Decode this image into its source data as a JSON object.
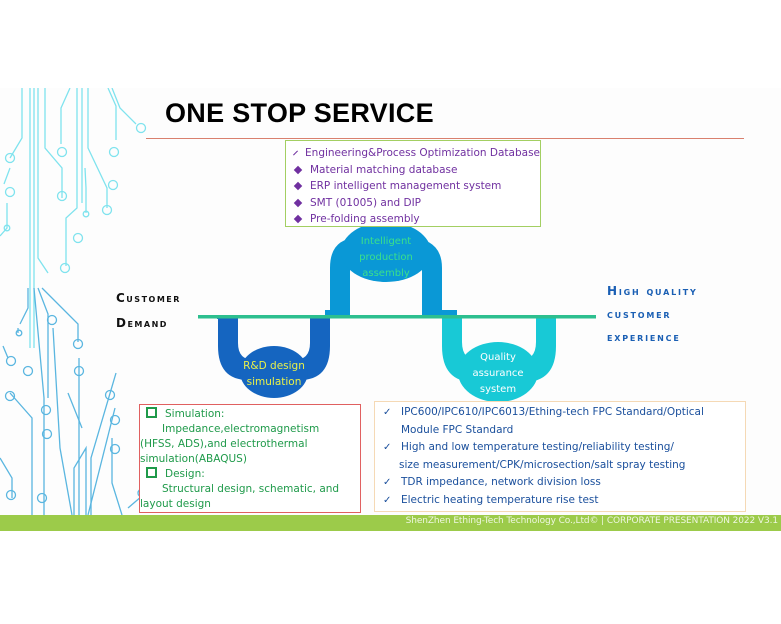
{
  "slide": {
    "title": "ONE STOP SERVICE",
    "colors": {
      "title_rule": "#d9806e",
      "footer_bar": "#9ccb4a",
      "top_box_border": "#a3cf62",
      "top_box_text": "#7030a0",
      "left_box_border": "#e06060",
      "left_box_text": "#1f9a4a",
      "right_box_border": "#f5d9b5",
      "right_box_text": "#1a4f9c",
      "flow_dark_blue": "#1565c0",
      "flow_mid_blue": "#0a98d6",
      "flow_cyan": "#18c9d6",
      "baseline": "#2dbf8f",
      "circuit_lines": "#7fe3ee"
    },
    "production_features": [
      "Engineering&Process Optimization Database",
      "Material matching database",
      "ERP intelligent management system",
      "SMT (01005) and DIP",
      "Pre-folding assembly"
    ],
    "left_label": {
      "line1": "Customer",
      "line2": "Demand"
    },
    "right_label": {
      "line1": "High quality",
      "line2": "customer",
      "line3": "experience"
    },
    "nodes": {
      "rd": {
        "line1": "R&D design",
        "line2": "simulation",
        "color": "#e8f04a"
      },
      "production": {
        "line1": "Intelligent",
        "line2": "production",
        "line3": "assembly",
        "color": "#3be08a"
      },
      "quality": {
        "line1": "Quality",
        "line2": "assurance",
        "line3": "system",
        "color": "#ffffff"
      }
    },
    "rd_details": {
      "heading1": "Simulation:",
      "text1_line1": "Impedance,electromagnetism",
      "text1_line2": "(HFSS, ADS),and electrothermal",
      "text1_line3": "simulation(ABAQUS)",
      "heading2": "Design:",
      "text2_line1": "Structural design, schematic, and",
      "text2_line2": "layout design"
    },
    "quality_details": [
      {
        "line1": "IPC600/IPC610/IPC6013/Ething-tech FPC Standard/Optical",
        "line2": "Module FPC Standard"
      },
      {
        "line1": "High and low temperature testing/reliability testing/",
        "line2": "size measurement/CPK/microsection/salt spray testing"
      },
      {
        "line1": "TDR impedance, network division loss"
      },
      {
        "line1": "Electric heating temperature rise test"
      }
    ],
    "footer": "ShenZhen Ething-Tech Technology Co.,Ltd© | CORPORATE PRESENTATION 2022 V3.1"
  }
}
